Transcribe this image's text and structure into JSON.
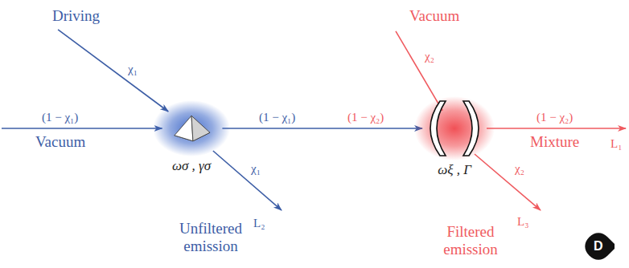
{
  "diagram": {
    "nodes": [
      {
        "text": [
          "Driving"
        ]
      },
      {
        "text": [
          "Vacuum"
        ]
      },
      {
        "text": [
          "ωσ , γσ"
        ]
      },
      {
        "text": [
          "Vacuum"
        ]
      },
      {
        "text": [
          "ωξ , Γ"
        ]
      },
      {
        "text": [
          "Mixture"
        ]
      },
      {
        "text": [
          "Unfiltered emission"
        ]
      },
      {
        "text": [
          "Filtered emission"
        ]
      }
    ],
    "edges": [
      {
        "from": 0,
        "to": 2,
        "label": "χ₁",
        "arrow": "to"
      },
      {
        "from": 1,
        "to": 2,
        "label": "(1 − χ₁)",
        "arrow": "to"
      },
      {
        "from": 2,
        "to": 4,
        "label": "(1 − χ₁)",
        "arrow": "to"
      },
      {
        "from": 3,
        "to": 4,
        "label": "χ₂",
        "arrow": "to"
      },
      {
        "from": 4,
        "to": 5,
        "label": "(1 − χ₂)",
        "arrow": "to"
      },
      {
        "from": 2,
        "to": 6,
        "label": "χ₁",
        "arrow": "to"
      },
      {
        "from": 4,
        "to": 7,
        "label": "χ₂",
        "arrow": "to"
      }
    ],
    "labels": [
      "(1 − χ₂)",
      "L₁",
      "L₂",
      "L₃",
      "D"
    ]
  }
}
